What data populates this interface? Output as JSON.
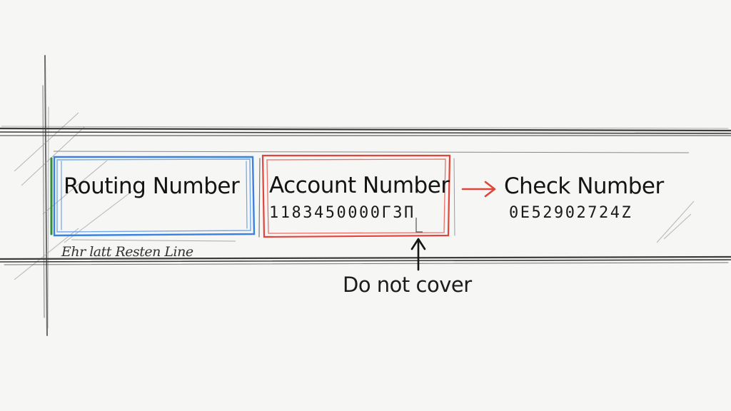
{
  "routing": {
    "label": "Routing Number",
    "color": "#3b82e0"
  },
  "account": {
    "label": "Account Number",
    "digits": "1183450000Г3П",
    "color": "#e0443a"
  },
  "check": {
    "label": "Check Number",
    "digits": "0E52902724Z",
    "arrow_color": "#e0443a"
  },
  "baseline_label": "Ehr latt Resten  Line",
  "callout": "Do not cover"
}
